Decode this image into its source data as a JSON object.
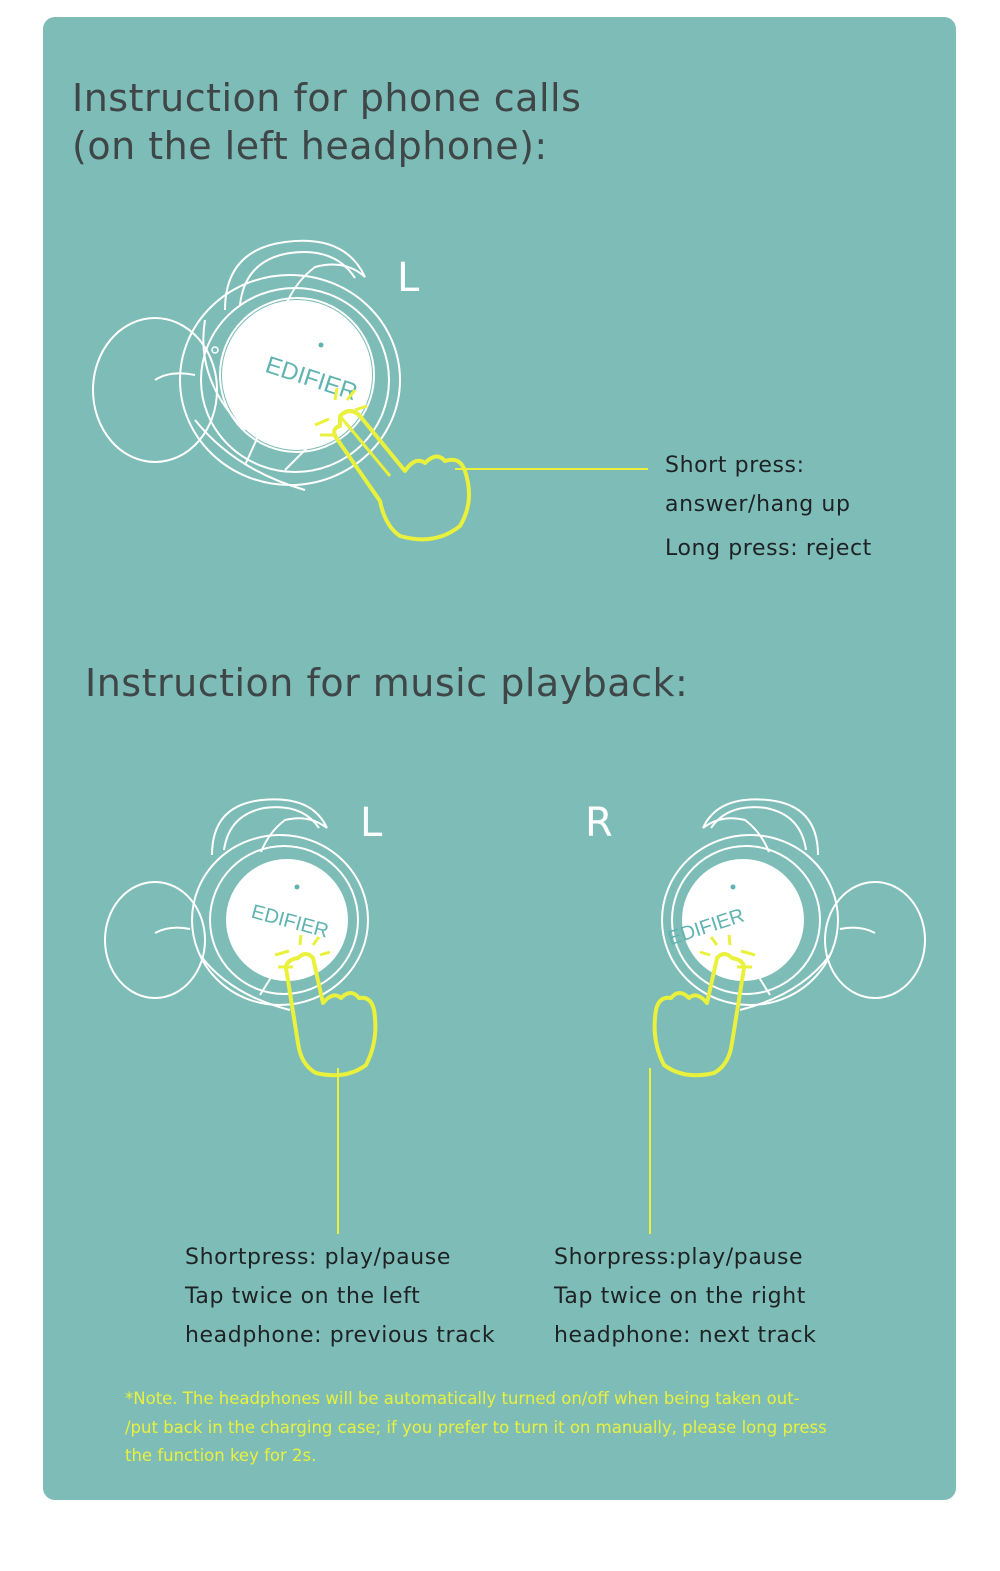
{
  "colors": {
    "card": "#7ebdb7",
    "heading": "#3f4648",
    "body_text": "#1e2224",
    "accent_yellow": "#e9f13c",
    "earbud_outline": "#ffffff",
    "brand_text": "#5fb3b0"
  },
  "calls": {
    "title_line1": "Instruction for phone calls",
    "title_line2": "(on the left headphone):",
    "side_label": "L",
    "brand": "EDIFIER",
    "desc": [
      "Short press:",
      "answer/hang up",
      "Long press: reject"
    ]
  },
  "music": {
    "title": "Instruction for music playback:",
    "left": {
      "side_label": "L",
      "brand": "EDIFIER",
      "desc": [
        "Shortpress: play/pause",
        "Tap twice on the left",
        "headphone: previous track"
      ]
    },
    "right": {
      "side_label": "R",
      "brand": "EDIFIER",
      "desc": [
        "Shorpress:play/pause",
        "Tap twice on the right",
        "headphone: next track"
      ]
    }
  },
  "note": [
    "*Note. The headphones will be automatically turned on/off when being taken out-",
    "/put back in the charging case; if you prefer to turn it on manually, please long press",
    "the function key for 2s."
  ]
}
